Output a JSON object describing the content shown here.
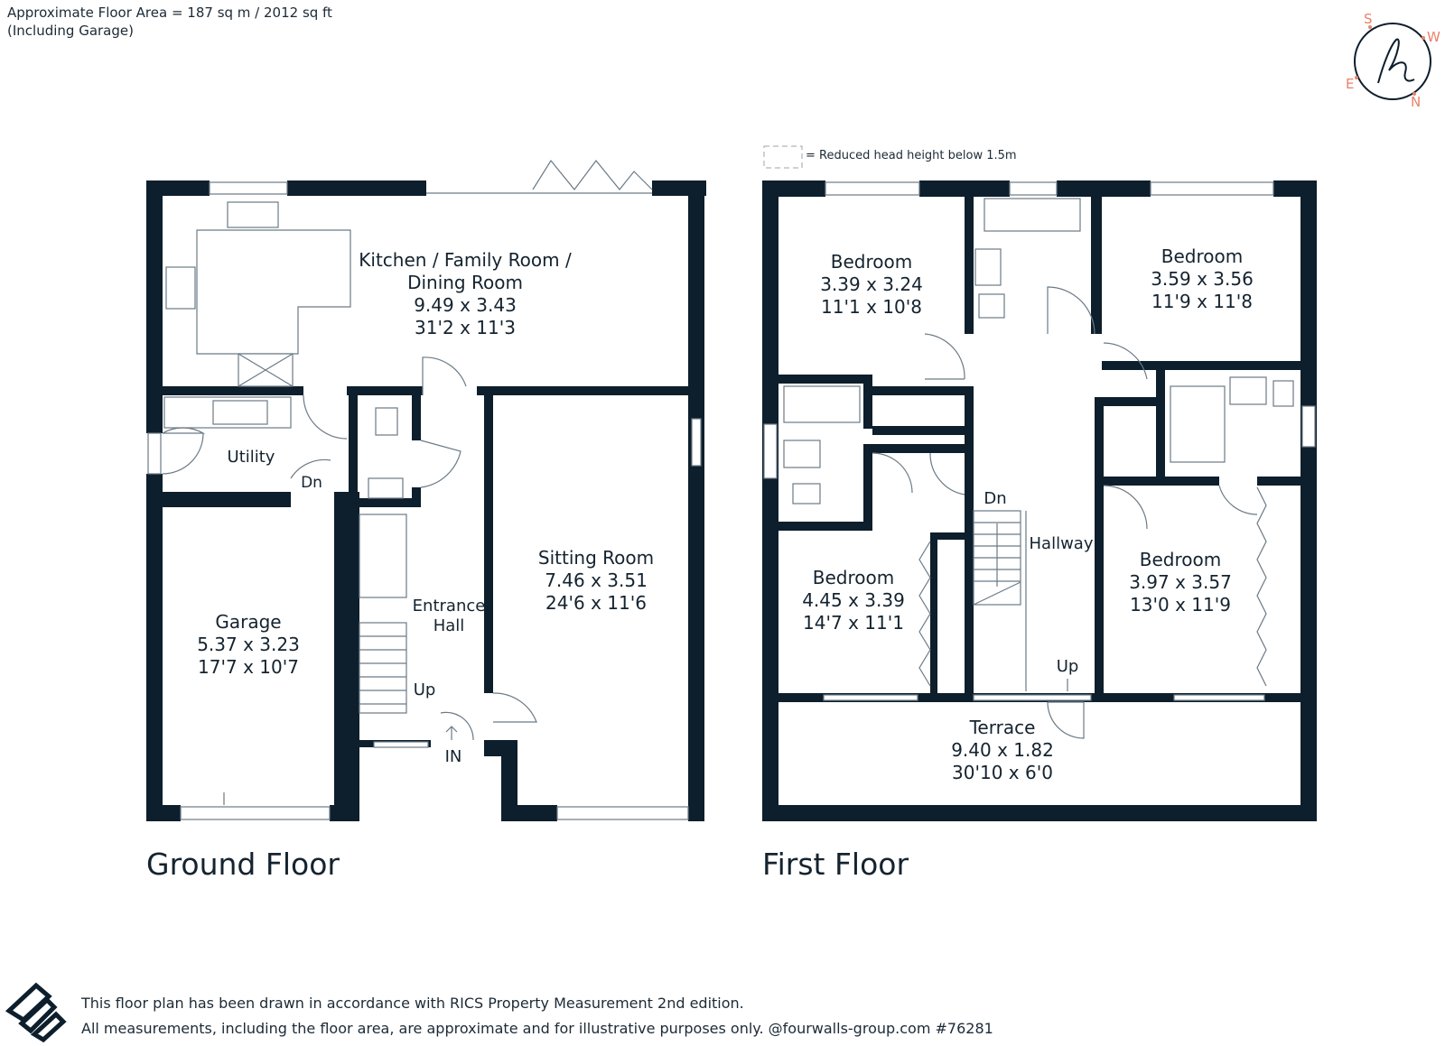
{
  "header": {
    "area_line": "Approximate Floor Area = 187 sq m / 2012 sq ft",
    "note_line": "(Including Garage)"
  },
  "compass": {
    "s": "S",
    "w": "W",
    "e": "E",
    "n": "N",
    "accent": "#e8826a"
  },
  "legend": {
    "reduced_head_height": "= Reduced head height below 1.5m"
  },
  "ground_floor": {
    "title": "Ground Floor",
    "kitchen": {
      "name1": "Kitchen / Family Room /",
      "name2": "Dining Room",
      "metric": "9.49 x 3.43",
      "imperial": "31'2 x 11'3"
    },
    "utility": {
      "name": "Utility",
      "dn": "Dn"
    },
    "garage": {
      "name": "Garage",
      "metric": "5.37 x 3.23",
      "imperial": "17'7 x 10'7"
    },
    "entrance": {
      "name1": "Entrance",
      "name2": "Hall",
      "up": "Up",
      "in": "IN"
    },
    "sitting": {
      "name": "Sitting Room",
      "metric": "7.46 x 3.51",
      "imperial": "24'6 x 11'6"
    }
  },
  "first_floor": {
    "title": "First Floor",
    "bedroom_a": {
      "name": "Bedroom",
      "metric": "3.39 x 3.24",
      "imperial": "11'1 x 10'8"
    },
    "bedroom_b": {
      "name": "Bedroom",
      "metric": "3.59 x 3.56",
      "imperial": "11'9 x 11'8"
    },
    "bedroom_c": {
      "name": "Bedroom",
      "metric": "4.45 x 3.39",
      "imperial": "14'7 x 11'1"
    },
    "bedroom_d": {
      "name": "Bedroom",
      "metric": "3.97 x 3.57",
      "imperial": "13'0 x 11'9"
    },
    "hallway": {
      "name": "Hallway",
      "dn": "Dn",
      "up": "Up"
    },
    "terrace": {
      "name": "Terrace",
      "metric": "9.40 x 1.82",
      "imperial": "30'10 x 6'0"
    }
  },
  "footer": {
    "line1": "This floor plan has been drawn in accordance with RICS Property Measurement 2nd edition.",
    "line2": "All measurements, including the floor area, are approximate and for illustrative purposes only. @fourwalls-group.com #76281"
  }
}
